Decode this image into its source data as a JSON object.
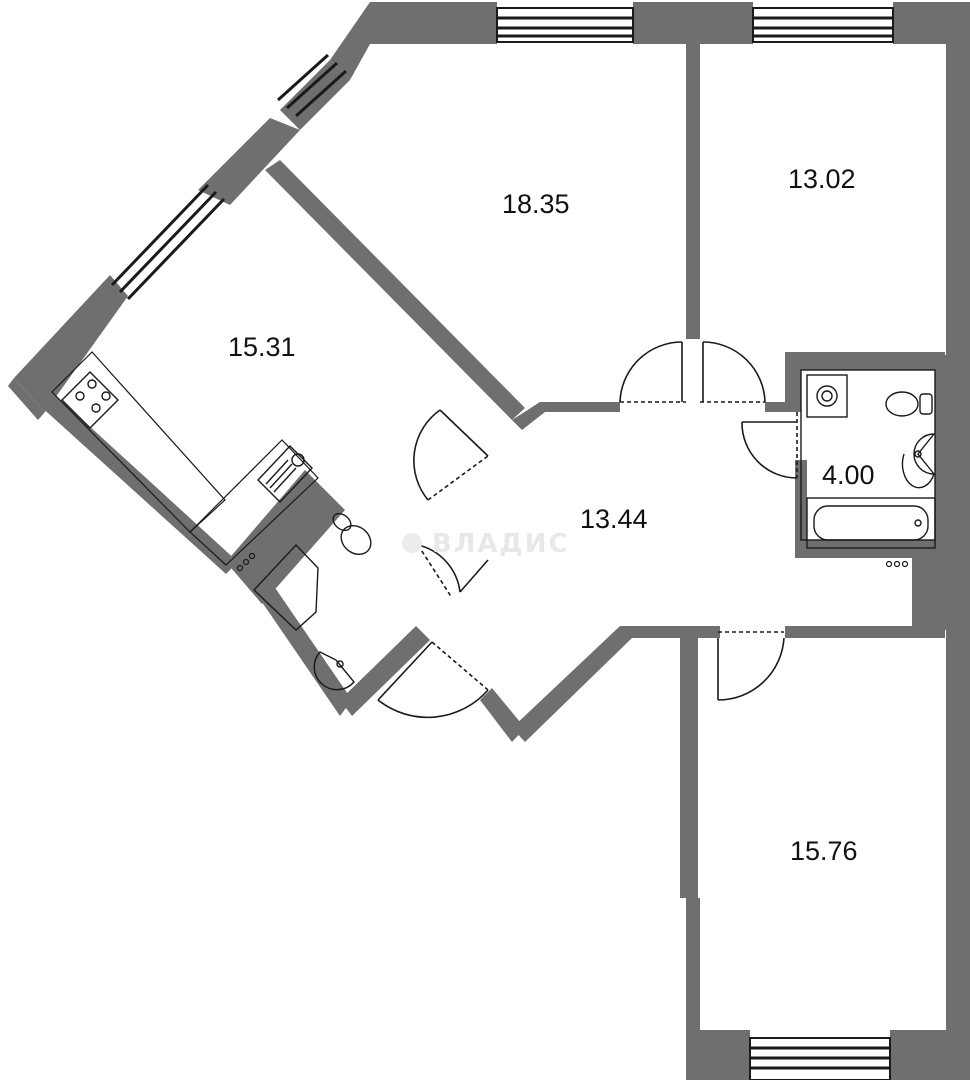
{
  "plan": {
    "colors": {
      "wall": "#6f6f6f",
      "line": "#1a1a1a",
      "background": "#ffffff",
      "watermark": "#e8e8e8"
    },
    "rooms": [
      {
        "id": "kitchen_living",
        "area": "15.31"
      },
      {
        "id": "bedroom_large",
        "area": "18.35"
      },
      {
        "id": "bedroom_top_right",
        "area": "13.02"
      },
      {
        "id": "hallway",
        "area": "13.44"
      },
      {
        "id": "bathroom",
        "area": "4.00"
      },
      {
        "id": "bedroom_bottom_right",
        "area": "15.76"
      }
    ],
    "watermark": "ВЛАДИС"
  }
}
